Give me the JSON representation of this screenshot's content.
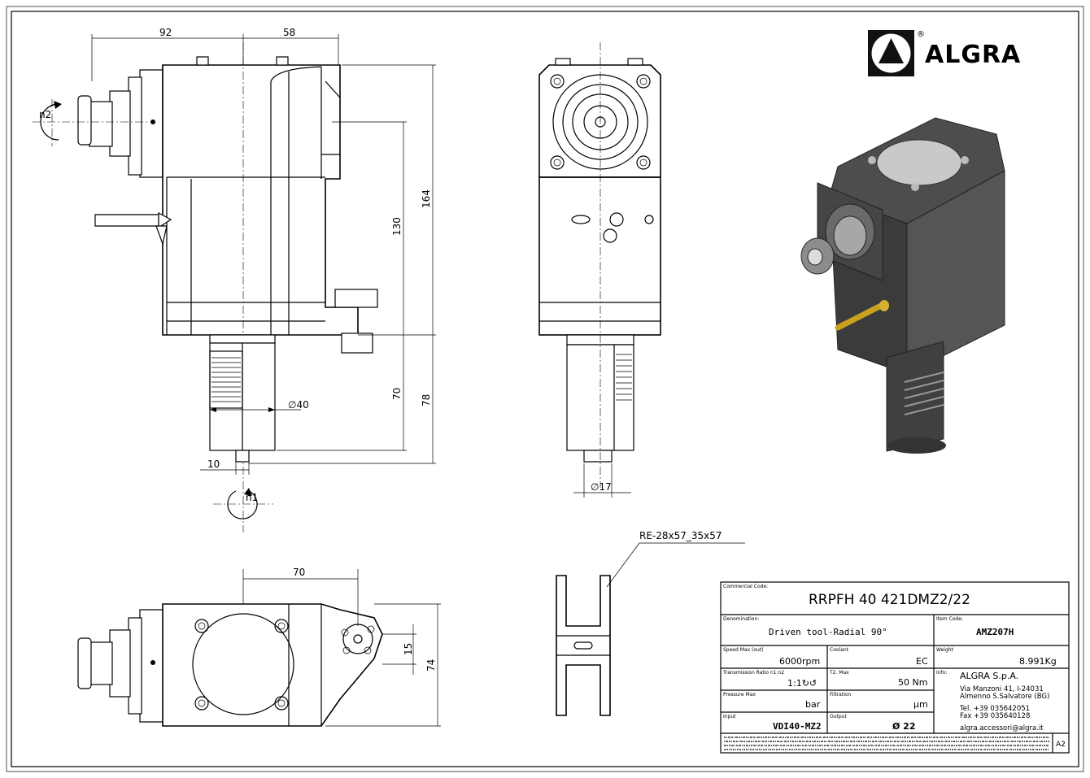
{
  "brand": {
    "name": "ALGRA",
    "registered_mark": "®"
  },
  "dimensions": {
    "front_width_left": "92",
    "front_width_right": "58",
    "height_total": "164",
    "height_upper": "130",
    "shank_length": "70",
    "shank_total": "78",
    "shank_diameter": "∅40",
    "offset_bottom": "10",
    "spindle_input_label": "n2",
    "spindle_output_label": "n1",
    "side_diameter": "∅17",
    "bottom_width": "70",
    "bottom_offset": "15",
    "bottom_height": "74"
  },
  "coupling_label": "RE-28x57_35x57",
  "title_block": {
    "commercial_code_label": "Commercial Code:",
    "commercial_code": "RRPFH 40 421DMZ2/22",
    "denomination_label": "Denomination:",
    "denomination": "Driven tool-Radial 90°",
    "item_code_label": "Item Code:",
    "item_code": "AMZ207H",
    "speed_label": "Speed Max (out)",
    "speed_value": "6000rpm",
    "coolant_label": "Coolant",
    "coolant_value": "EC",
    "weight_label": "Weight",
    "weight_value": "8.991Kg",
    "ratio_label": "Transmission Ratio n1:n2",
    "ratio_value": "1:1↻↺",
    "torque_label": "T2. Max",
    "torque_value": "50 Nm",
    "info_label": "Info:",
    "company": "ALGRA S.p.A.",
    "address1": "Via Manzoni 41, I-24031",
    "address2": "Almenno S.Salvatore (BG)",
    "tel": "Tel. +39 035642051",
    "fax": "Fax +39 035640128",
    "email": "algra.accessori@algra.it",
    "pressure_label": "Pressure Max",
    "pressure_value": "bar",
    "filtration_label": "Filtration",
    "filtration_value": "µm",
    "input_label": "Input",
    "input_value": "VDI40-MZ2",
    "output_label": "Output",
    "output_value": "Ø 22",
    "sheet_size": "A2"
  }
}
